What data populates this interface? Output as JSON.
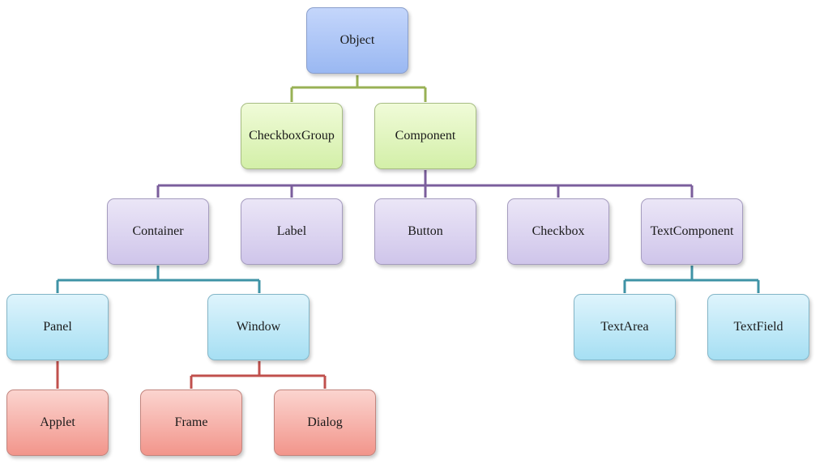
{
  "diagram": {
    "nodes": {
      "object": "Object",
      "checkboxgroup": "CheckboxGroup",
      "component": "Component",
      "container": "Container",
      "label": "Label",
      "button": "Button",
      "checkbox": "Checkbox",
      "textcomponent": "TextComponent",
      "panel": "Panel",
      "window": "Window",
      "textarea": "TextArea",
      "textfield": "TextField",
      "applet": "Applet",
      "frame": "Frame",
      "dialog": "Dialog"
    },
    "edges": [
      [
        "object",
        "checkboxgroup"
      ],
      [
        "object",
        "component"
      ],
      [
        "component",
        "container"
      ],
      [
        "component",
        "label"
      ],
      [
        "component",
        "button"
      ],
      [
        "component",
        "checkbox"
      ],
      [
        "component",
        "textcomponent"
      ],
      [
        "container",
        "panel"
      ],
      [
        "container",
        "window"
      ],
      [
        "textcomponent",
        "textarea"
      ],
      [
        "textcomponent",
        "textfield"
      ],
      [
        "panel",
        "applet"
      ],
      [
        "window",
        "frame"
      ],
      [
        "window",
        "dialog"
      ]
    ],
    "colors": {
      "object_links": "#98b155",
      "component_links": "#7b5e9c",
      "container_links": "#3f93a6",
      "window_links": "#c0504d"
    }
  }
}
